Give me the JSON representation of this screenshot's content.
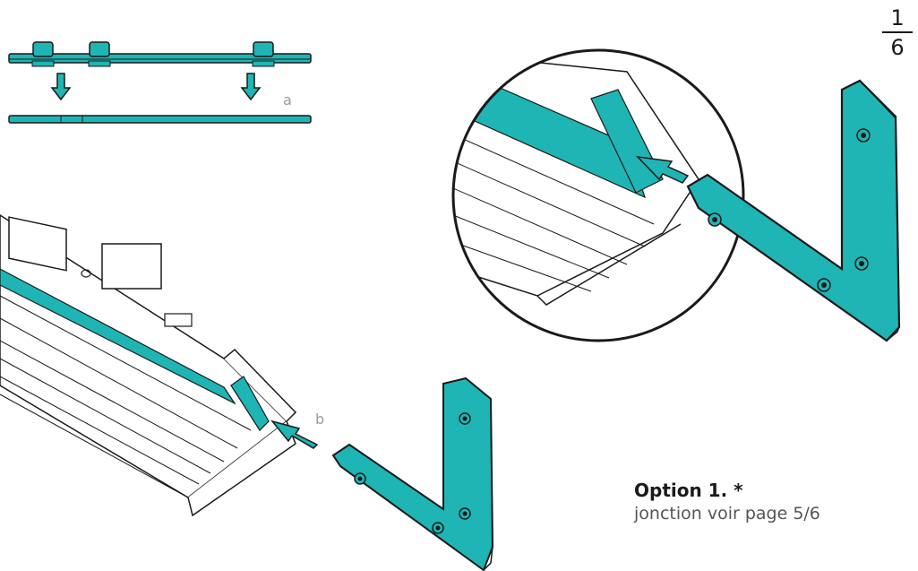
{
  "page": {
    "current": "1",
    "total": "6"
  },
  "steps": {
    "a": "a",
    "b": "b"
  },
  "caption": {
    "title": "Option 1. *",
    "subtitle": "jonction voir page 5/6"
  },
  "colors": {
    "accent": "#1fb5b4",
    "stroke": "#1a1a1a",
    "label": "#9a9a9a"
  },
  "icons": [
    "down-arrow-icon",
    "left-arrow-icon"
  ]
}
